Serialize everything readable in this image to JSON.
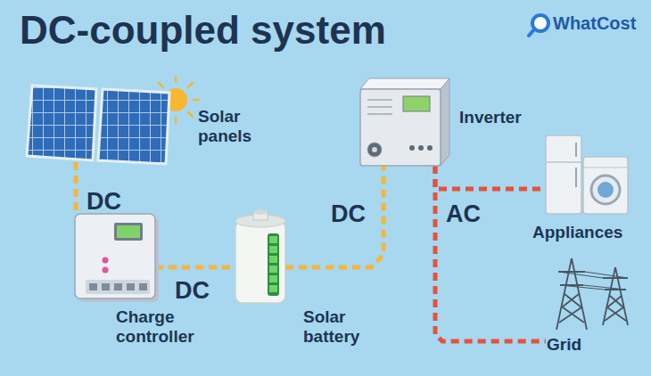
{
  "diagram": {
    "title": "DC-coupled system",
    "nodes": [
      {
        "text": [
          "Solar panels"
        ]
      },
      {
        "text": [
          "Charge controller"
        ]
      },
      {
        "text": [
          "Solar battery"
        ]
      },
      {
        "text": [
          "Inverter"
        ]
      },
      {
        "text": [
          "Appliances"
        ]
      },
      {
        "text": [
          "Grid"
        ]
      }
    ],
    "edges": [
      {
        "from": 0,
        "to": 1,
        "arrow": "none",
        "label": "DC"
      },
      {
        "from": 1,
        "to": 2,
        "arrow": "none",
        "label": "DC"
      },
      {
        "from": 2,
        "to": 3,
        "arrow": "none",
        "label": "DC"
      },
      {
        "from": 3,
        "to": 4,
        "arrow": "none",
        "label": "AC"
      },
      {
        "from": 3,
        "to": 5,
        "arrow": "none"
      }
    ],
    "labels": [
      "WhatCost"
    ]
  }
}
